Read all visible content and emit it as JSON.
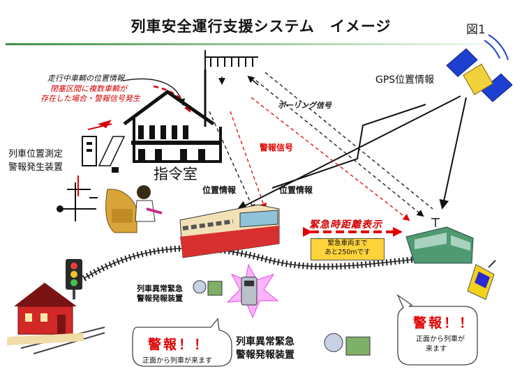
{
  "header": {
    "title": "列車安全運行支援システム　イメージ",
    "figure_number": "図1"
  },
  "annotations": {
    "running_vehicle_line1": "走行中車輌の位置情報",
    "running_vehicle_line2": "閉塞区間に複数車輌が",
    "running_vehicle_line3": "存在した場合・警報信号発生",
    "polling_signal": "ポーリング信号",
    "gps_info": "GPS位置情報",
    "alarm_signal": "警報信号",
    "position_info_left": "位置情報",
    "position_info_right": "位置情報"
  },
  "control_room": {
    "label": "指令室",
    "device_line1": "列車位置測定",
    "device_line2": "警報発生装置"
  },
  "emergency_distance": {
    "label": "緊急時距離表示",
    "display_line1": "緊急車両まで",
    "display_line2": "あと250mです"
  },
  "devices": {
    "small_line1": "列車異常緊急",
    "small_line2": "警報発報装置",
    "large_line1": "列車異常緊急",
    "large_line2": "警報発報装置"
  },
  "bubble_left": {
    "warning": "警報！！",
    "message": "正面から列車が来ます"
  },
  "bubble_right": {
    "warning": "警報！！",
    "message_line1": "正面から列車が",
    "message_line2": "来ます"
  },
  "colors": {
    "accent_red": "#e00000",
    "train_red": "#d83030",
    "train_green": "#4f9a70",
    "header_rule": "#3f8f3f",
    "display_yellow": "#ffd33a"
  },
  "icons": [
    "satellite-icon",
    "antenna-tower-icon",
    "control-building-icon",
    "operator-icon",
    "traffic-light-icon",
    "station-house-icon",
    "phone-alarm-icon",
    "mobile-phone-icon"
  ]
}
